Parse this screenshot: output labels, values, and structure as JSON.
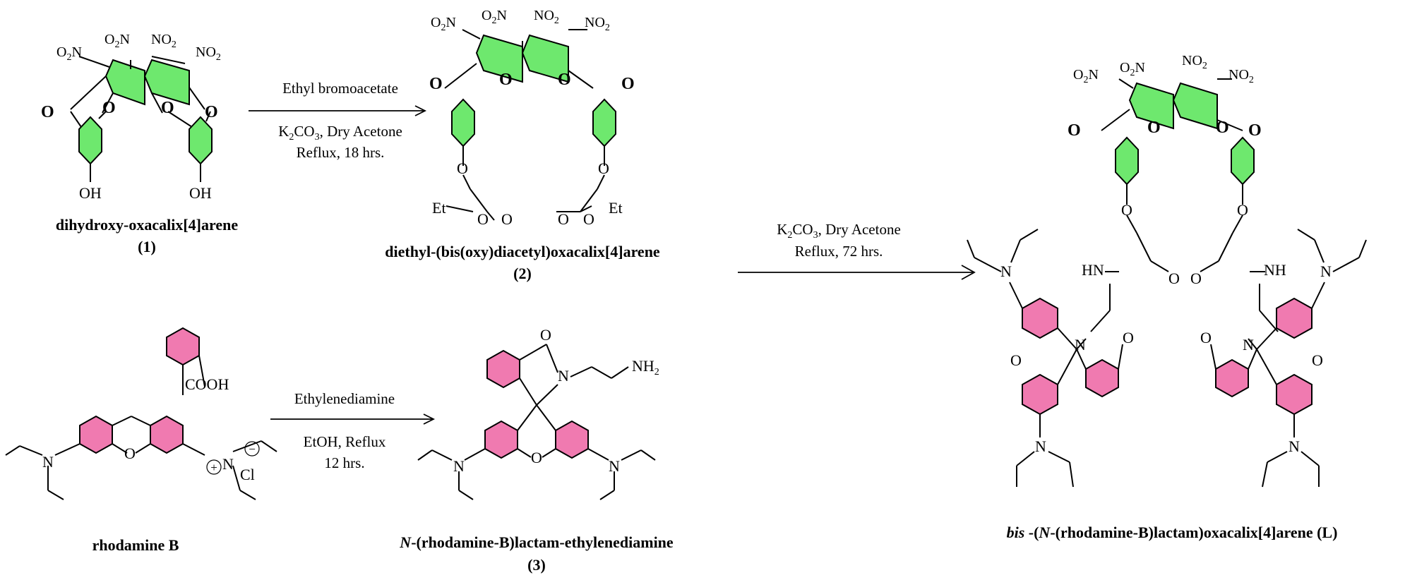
{
  "compounds": {
    "c1": {
      "name": "dihydroxy-oxacalix[4]arene",
      "number": "(1)"
    },
    "c2": {
      "name": "diethyl-(bis(oxy)diacetyl)oxacalix[4]arene",
      "number": "(2)"
    },
    "c3": {
      "name_italic": "N",
      "name_rest": "-(rhodamine-B)lactam-ethylenediamine",
      "number": "(3)"
    },
    "rhodamine": {
      "name": "rhodamine B"
    },
    "L": {
      "name_italic_1": "bis",
      "name_part_2": " -(",
      "name_italic_3": "N",
      "name_part_4": "-(rhodamine-B)lactam)oxacalix[4]arene (L)"
    }
  },
  "reactions": {
    "r1": {
      "line1": "Ethyl bromoacetate",
      "line2_a": "K",
      "line2_sub": "2",
      "line2_b": "CO",
      "line2_sub2": "3",
      "line2_c": ", Dry Acetone",
      "line3": "Reflux, 18 hrs."
    },
    "r2": {
      "line1_a": "K",
      "line1_sub": "2",
      "line1_b": "CO",
      "line1_sub2": "3",
      "line1_c": ", Dry Acetone",
      "line2": "Reflux, 72 hrs."
    },
    "r3": {
      "line1": "Ethylenediamine",
      "line2": "EtOH, Reflux",
      "line3": "12 hrs."
    }
  },
  "atoms": {
    "no2": "NO",
    "no2_sub": "2",
    "o2n_pre": "O",
    "o2n_sub": "2",
    "o2n_post": "N",
    "o": "O",
    "oh": "OH",
    "et": "Et",
    "cooh": "COOH",
    "n": "N",
    "hn": "HN",
    "nh": "NH",
    "nh2": "NH",
    "nh2_sub": "2",
    "cl": "Cl",
    "plus": "+",
    "minus": "−"
  },
  "colors": {
    "calixarene_ring": "#6ee86e",
    "rhodamine_ring": "#f07ab0",
    "bond": "#000000"
  }
}
